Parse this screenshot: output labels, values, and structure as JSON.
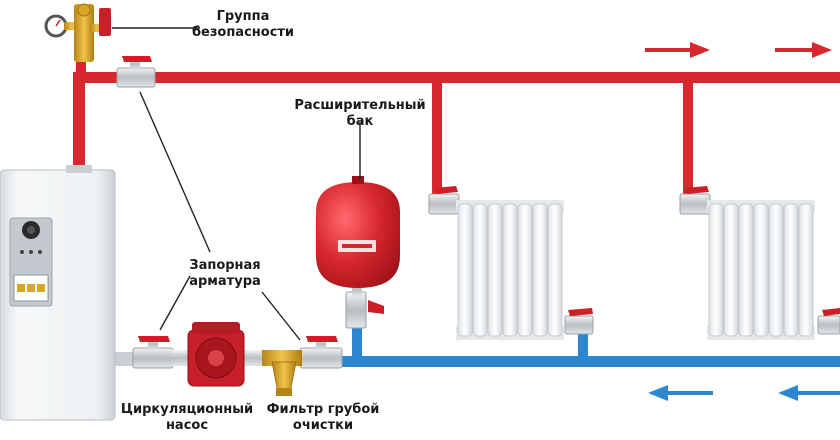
{
  "labels": {
    "safety_group": {
      "line1": "Группа",
      "line2": "безопасности"
    },
    "expansion_tank": {
      "line1": "Расширительный",
      "line2": "бак"
    },
    "shutoff_valves": {
      "line1": "Запорная",
      "line2": "арматура"
    },
    "circulation_pump": {
      "line1": "Циркуляционный",
      "line2": "насос"
    },
    "coarse_filter": {
      "line1": "Фильтр грубой",
      "line2": "очистки"
    }
  },
  "colors": {
    "supply_pipe": "#d8282f",
    "return_pipe": "#2e86d1",
    "supply_arrow": "#d8282f",
    "return_arrow": "#2e86d1",
    "boiler_body": "#eef1f3",
    "tank": "#d7272e",
    "pump": "#c8202a",
    "valve_handle": "#cc1f27",
    "brass": "#d9a62a",
    "radiator": "#f4f5f6"
  },
  "flow": {
    "supply_direction": "right",
    "return_direction": "left"
  }
}
